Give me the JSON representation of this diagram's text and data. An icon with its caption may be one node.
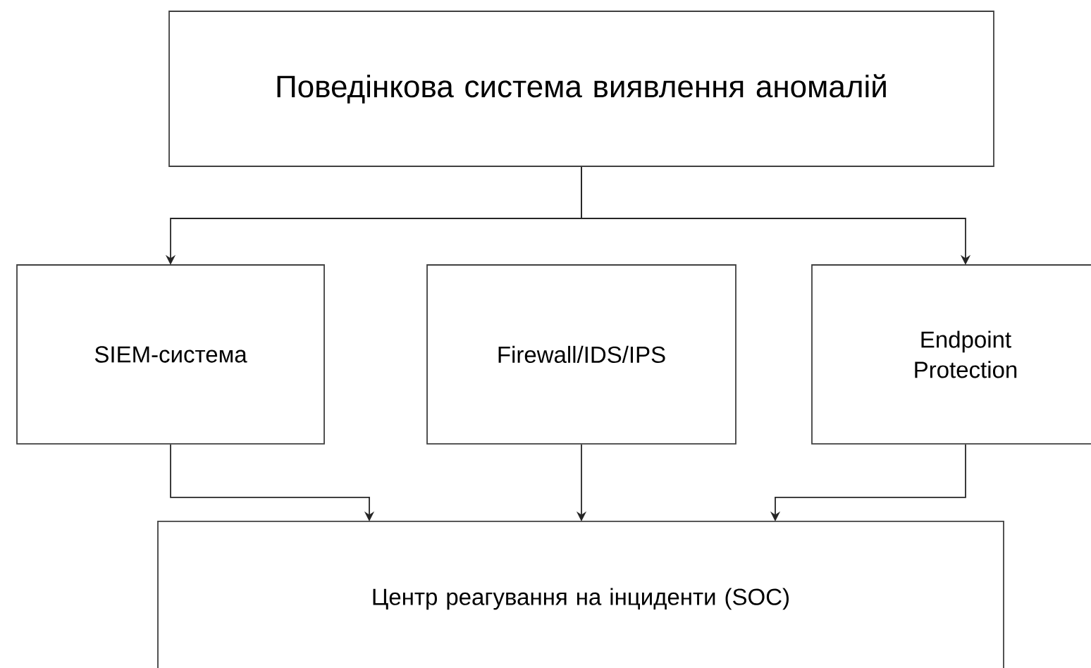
{
  "diagram": {
    "nodes": [
      {
        "text": [
          "Поведінкова система виявлення аномалій"
        ]
      },
      {
        "text": [
          "SIEM-система"
        ]
      },
      {
        "text": [
          "Firewall/IDS/IPS"
        ]
      },
      {
        "text": [
          "Endpoint Protection"
        ]
      },
      {
        "text": [
          "Центр реагування на інциденти (SOC)"
        ]
      }
    ],
    "edges": [
      {
        "from": 0,
        "to": 1,
        "arrow": "to"
      },
      {
        "from": 0,
        "to": 3,
        "arrow": "to"
      },
      {
        "from": 1,
        "to": 4,
        "arrow": "to"
      },
      {
        "from": 2,
        "to": 4,
        "arrow": "to"
      },
      {
        "from": 3,
        "to": 4,
        "arrow": "to"
      }
    ]
  }
}
